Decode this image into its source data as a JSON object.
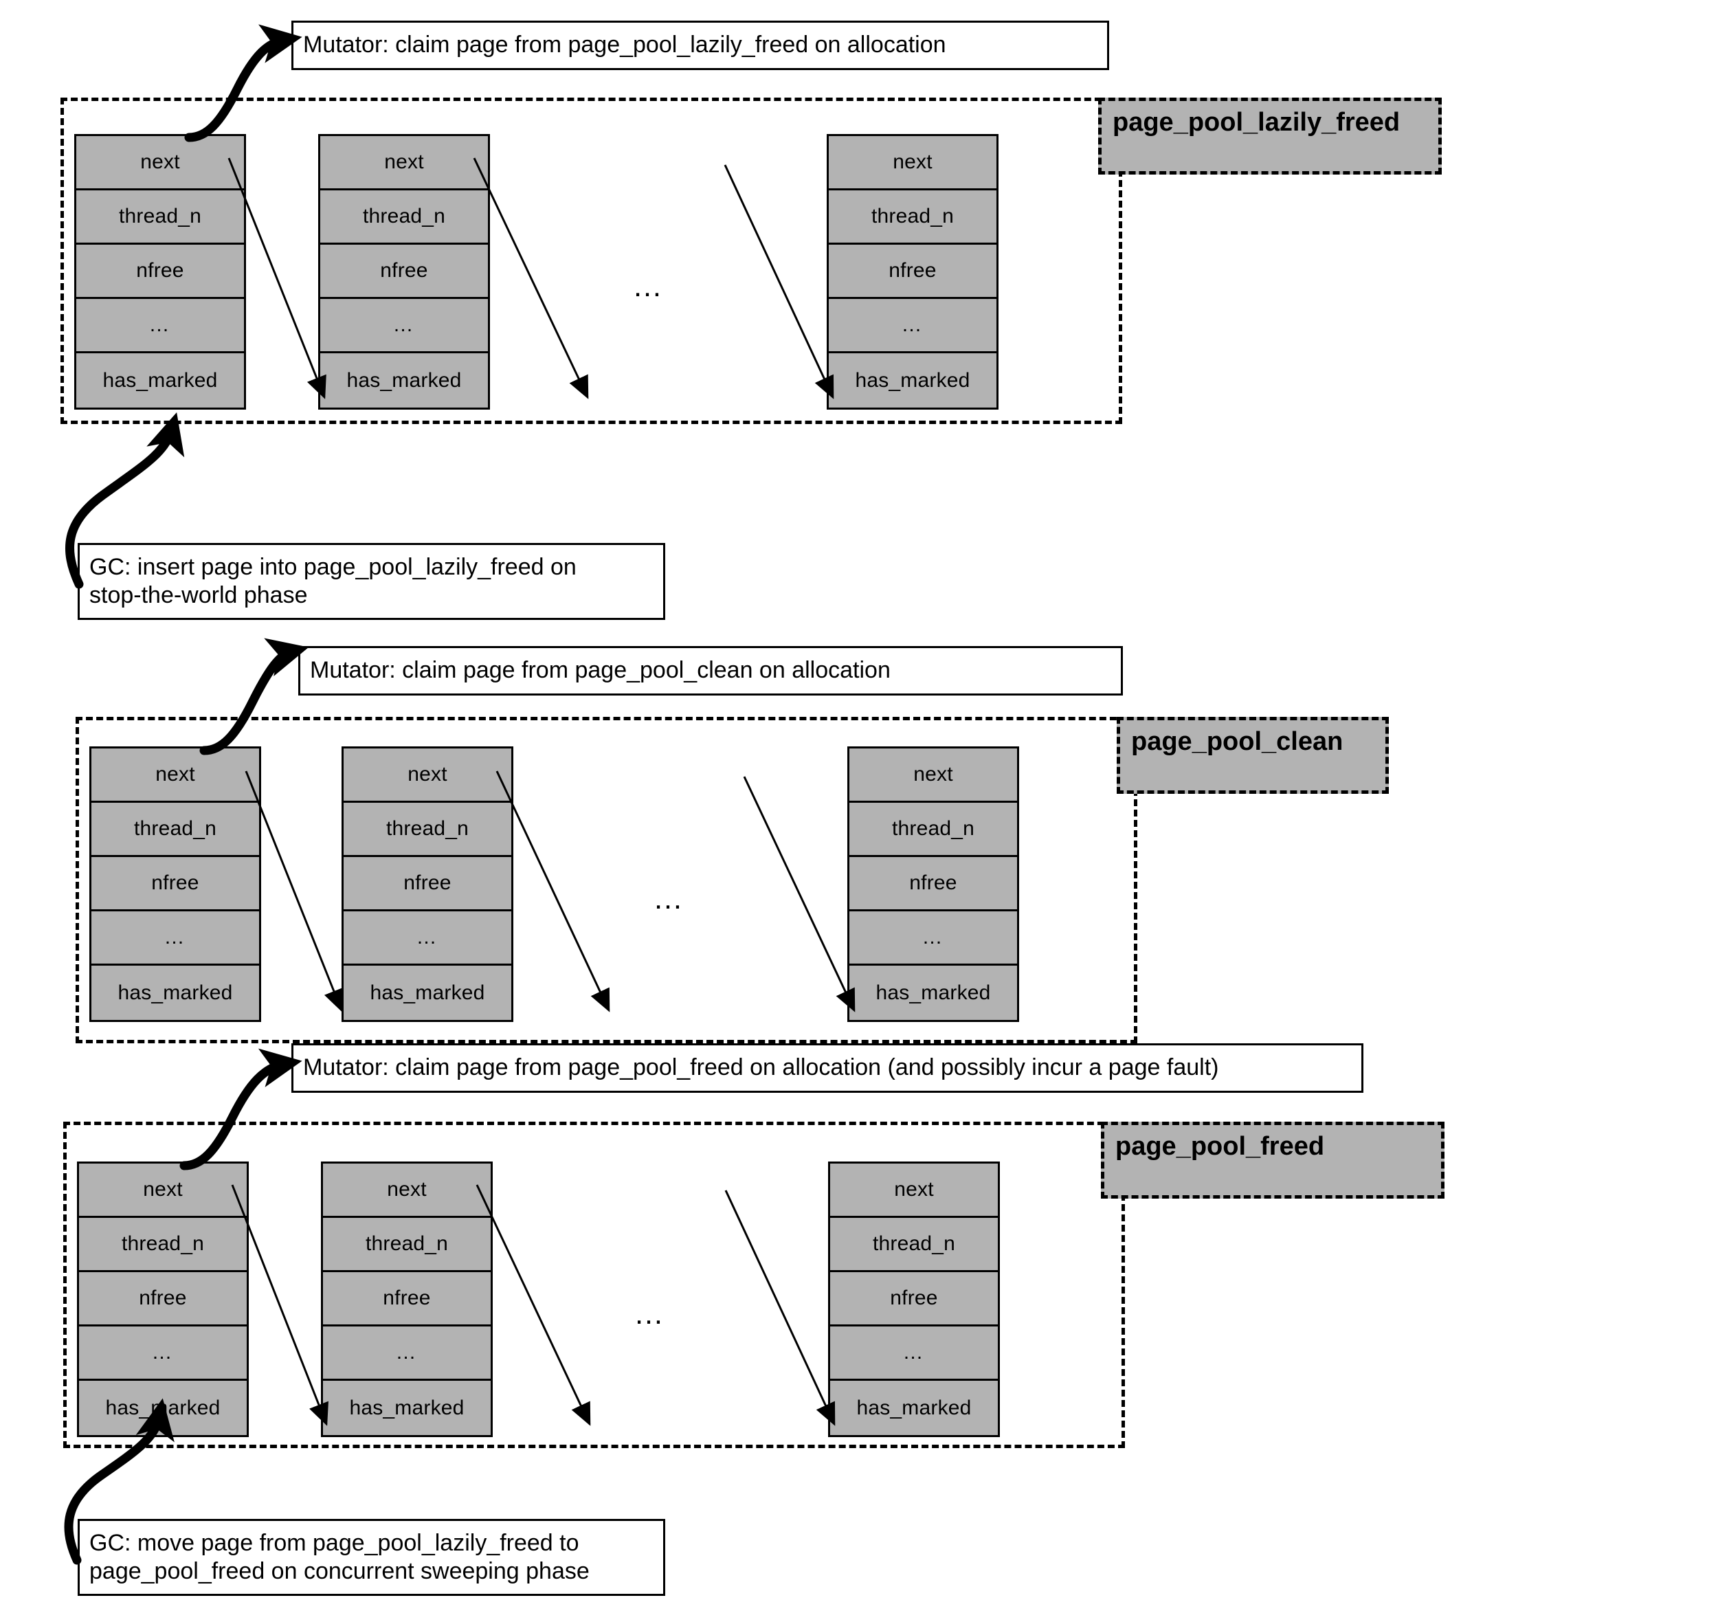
{
  "diagram": {
    "title": "Page pool lifecycle diagram",
    "colors": {
      "struct_fill": "#b3b3b3",
      "label_fill": "#b3b3b3",
      "stroke": "#000000",
      "background": "#ffffff"
    },
    "struct_fields": [
      "next",
      "thread_n",
      "nfree",
      "…",
      "has_marked"
    ],
    "gap_ellipsis": "…",
    "sections": [
      {
        "id": "lazily-freed",
        "pool_label": "page_pool_lazily_freed",
        "mutator_note": "Mutator: claim page from page_pool_lazily_freed on allocation",
        "gc_note": "GC: insert page into page_pool_lazily_freed on\nstop-the-world phase",
        "struct_fields": [
          "next",
          "thread_n",
          "nfree",
          "…",
          "has_marked"
        ]
      },
      {
        "id": "clean",
        "pool_label": "page_pool_clean",
        "mutator_note": "Mutator: claim page from page_pool_clean on allocation",
        "gc_note": null,
        "struct_fields": [
          "next",
          "thread_n",
          "nfree",
          "…",
          "has_marked"
        ]
      },
      {
        "id": "freed",
        "pool_label": "page_pool_freed",
        "mutator_note": "Mutator: claim page from page_pool_freed on allocation (and possibly incur a page fault)",
        "gc_note": "GC: move page from page_pool_lazily_freed to\npage_pool_freed on concurrent sweeping phase",
        "struct_fields": [
          "next",
          "thread_n",
          "nfree",
          "…",
          "has_marked"
        ]
      }
    ]
  }
}
